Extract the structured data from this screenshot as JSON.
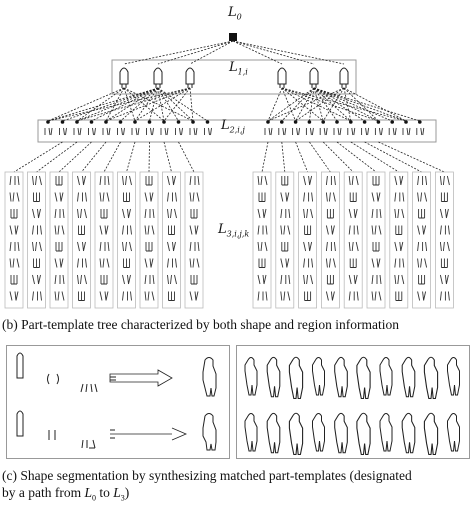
{
  "levels": {
    "l0": {
      "base": "L",
      "sub": "0"
    },
    "l1": {
      "base": "L",
      "sub": "1,i"
    },
    "l2": {
      "base": "L",
      "sub": "2,i,j"
    },
    "l3": {
      "base": "L",
      "sub": "3,i,j,k"
    }
  },
  "captions": {
    "b": "(b)  Part-template tree characterized by both shape and region information",
    "c_line1": "(c)  Shape segmentation by synthesizing matched part-templates (designated",
    "c_line2": "by a path from L0 to L3)"
  },
  "colors": {
    "line": "#222222",
    "box": "#999999"
  }
}
